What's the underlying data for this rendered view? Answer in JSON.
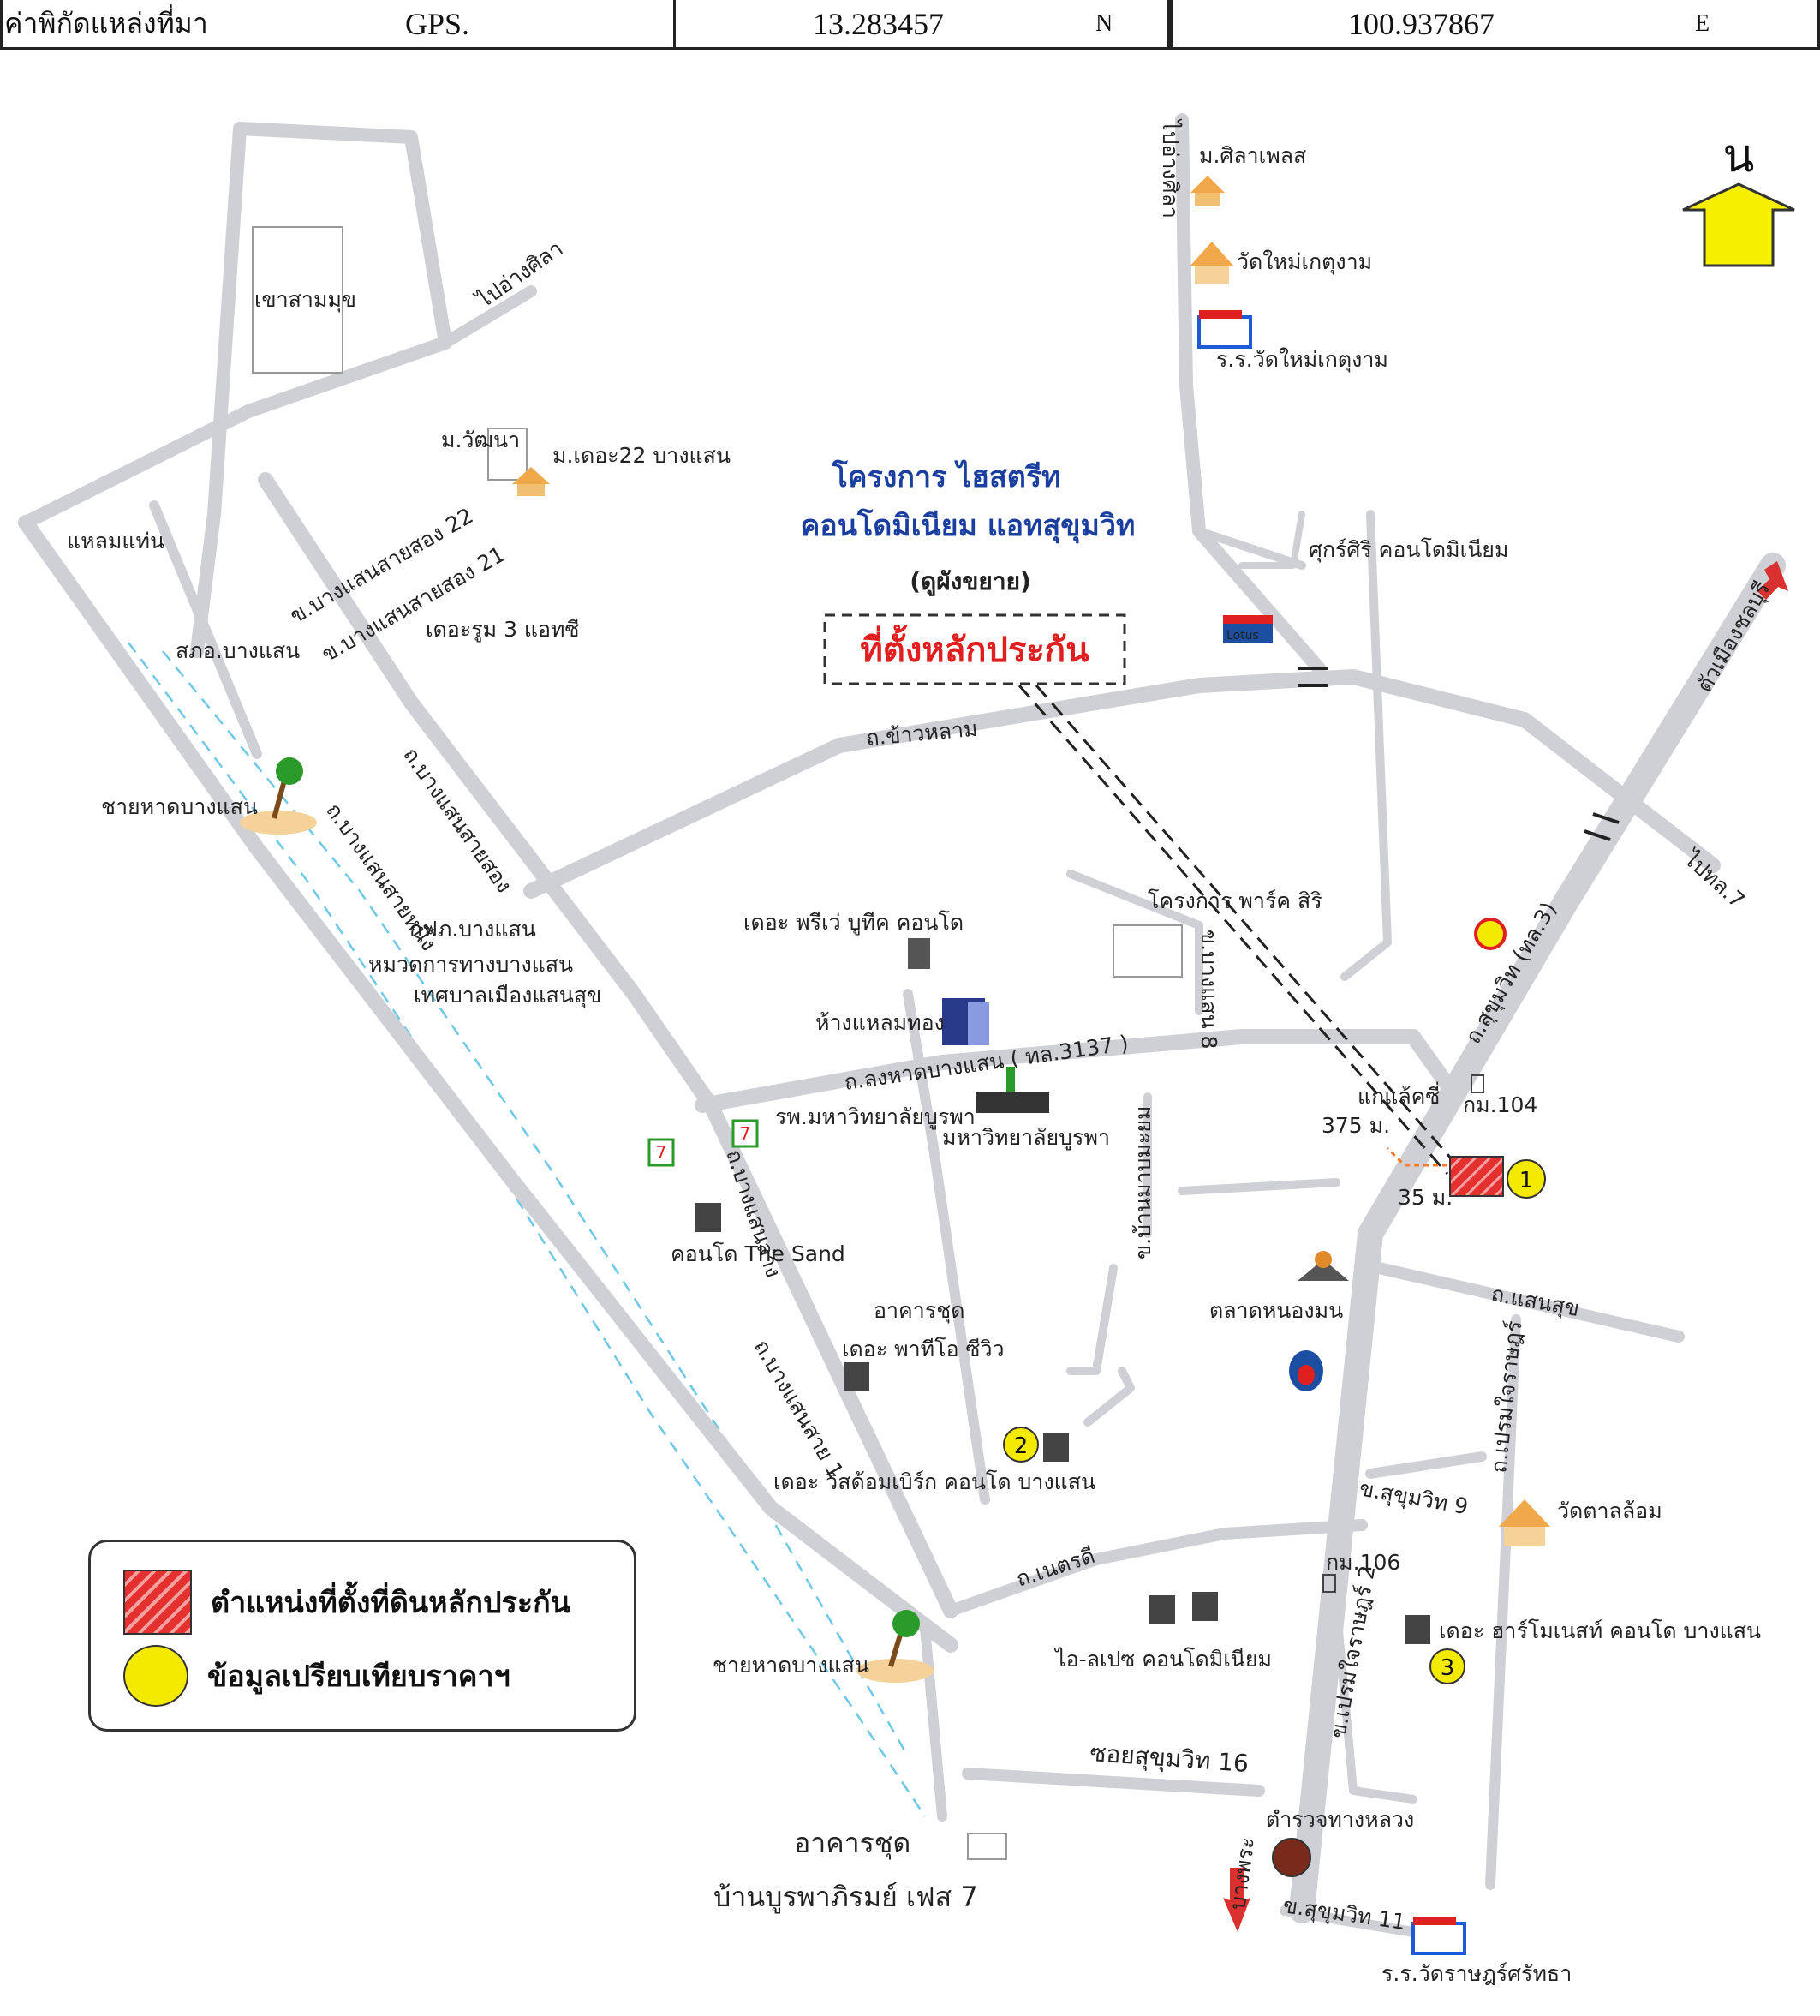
{
  "header": {
    "label": "ค่าพิกัดแหล่งที่มา",
    "source": "GPS.",
    "lat": "13.283457",
    "lat_dir": "N",
    "lon": "100.937867",
    "lon_dir": "E"
  },
  "north_label": "น",
  "project": {
    "line1": "โครงการ ไฮสตรีท",
    "line2": "คอนโดมิเนียม แอทสุขุมวิท",
    "line3": "(ดูผังขยาย)",
    "marker": "ที่ตั้งหลักประกัน"
  },
  "places": {
    "mo_sila_place": "ม.ศิลาเพลส",
    "wat_mai_ketngam": "วัดใหม่เกตุงาม",
    "school_wat_mai": "ร.ร.วัดใหม่เกตุงาม",
    "khao_sam_muk": "เขาสามมุข",
    "to_ang_sila": "ไปอ่างศิลา",
    "to_ang_sila_2": "ไปอ่างศิลา",
    "mo_watthana": "ม.วัฒนา",
    "the22": "ม.เดอะ22 บางแสน",
    "laem_thaen": "แหลมแท่น",
    "soi22": "ข.บางแสนสายสอง 22",
    "soi21": "ข.บางแสนสายสอง 21",
    "theroom": "เดอะรูม 3 แอทซี",
    "sakhor": "สภอ.บางแสน",
    "beach1": "ชายหาดบางแสน",
    "road_line2": "ถ.บางแสนสายสอง",
    "road_line1": "ถ.บางแสนสายหนึ่ง",
    "kfp": "กฟภ.บางแสน",
    "highway_unit": "หมวดการทางบางแสน",
    "municipality": "เทศบาลเมืองแสนสุข",
    "rd_khao_lam": "ถ.ข้าวหลาม",
    "sukrisiri": "ศุกร์ศิริ คอนโดมิเนียม",
    "lotus": "Lotus",
    "to_chonburi": "ตัวเมืองชลบุรี",
    "to_hwy7": "ไปทล.7",
    "park_siri": "โครงการ พาร์ค สิริ",
    "bangsaen8": "ข.บางแสน 8",
    "private_boutique": "เดอะ พรีเว่ บูทีค คอนโด",
    "laemthong": "ห้างแหลมทอง",
    "rd_longhad": "ถ.ลงหาดบางแสน ( ทล.3137 )",
    "buu_hospital": "รพ.มหาวิทยาลัยบูรพา",
    "buu": "มหาวิทยาลัยบูรพา",
    "sukhumvit_rd": "ถ.สุขุมวิท (ทล.3)",
    "kaengkhae": "แกแล้คซี่",
    "km104": "กม.104",
    "dist375": "375 ม.",
    "dist35": "35 ม.",
    "cond_sand": "คอนโด The Sand",
    "rd_bangsaen_lang": "ถ.บางแสนล่าง",
    "rd_ban_map_mamuang": "ข.บ้านมาบมะยม",
    "talad_nongmon": "ตลาดหนองมน",
    "rd_saensuk": "ถ.แสนสุข",
    "rd_premjairat": "ถ.เปรมใจราษฎร์",
    "aakan_chut": "อาคารชุด",
    "patio": "เดอะ พาทีโอ ซีวิว",
    "rd_bangsaen_sai1": "ถ.บางแสนสาย 1",
    "whisdom": "เดอะ วิสด้อมเบิร์ก คอนโด บางแสน",
    "soi_sukhumvit9": "ข.สุขุมวิท 9",
    "wat_talan": "วัดตาลล้อม",
    "rd_netsri": "ถ.เนตรดี",
    "km106": "กม.106",
    "icape": "ไอ-ลเปซ คอนโดมิเนียม",
    "premjai2": "ข.เปรมใจราษฎร์ 2",
    "harmonize": "เดอะ ฮาร์โมเนสท์ คอนโด บางแสน",
    "beach2": "ชายหาดบางแสน",
    "soi16": "ซอยสุขุมวิท 16",
    "highway_police": "ตำรวจทางหลวง",
    "bang_phra": "บางพระ",
    "soi11": "ข.สุขุมวิท 11",
    "school_wat_rat": "ร.ร.วัดราษฎร์ศรัทธา",
    "aakan_chut2": "อาคารชุด",
    "burapha_phase7": "บ้านบูรพาภิรมย์ เฟส 7"
  },
  "legend": {
    "collateral": "ตำแหน่งที่ตั้งที่ดินหลักประกัน",
    "comparison": "ข้อมูลเปรียบเทียบราคาฯ"
  },
  "markers": {
    "m1": "1",
    "m2": "2",
    "m3": "3"
  },
  "colors": {
    "road": "#cfcfd6",
    "arrow": "#f6ef00",
    "collateral": "#e53030",
    "comparison": "#f4ea00",
    "project_text": "#1a3f9e",
    "marker_text": "#e02020"
  }
}
